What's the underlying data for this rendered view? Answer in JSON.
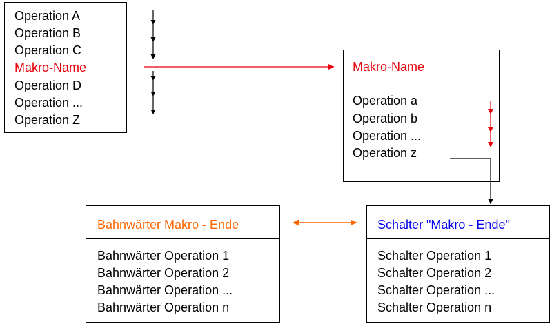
{
  "main_box": {
    "lines": [
      "Operation A",
      "Operation B",
      "Operation C",
      "Makro-Name",
      "Operation D",
      "Operation ...",
      "Operation Z"
    ],
    "highlight_color": "#e8000b"
  },
  "macro_box": {
    "title": "Makro-Name",
    "title_color": "#e8000b",
    "lines": [
      "Operation a",
      "Operation b",
      "Operation ...",
      "Operation z"
    ]
  },
  "bahnwaerter_box": {
    "title": "Bahnwärter Makro - Ende",
    "title_color": "#ff6600",
    "lines": [
      "Bahnwärter Operation 1",
      "Bahnwärter Operation 2",
      "Bahnwärter Operation ...",
      "Bahnwärter Operation n"
    ]
  },
  "schalter_box": {
    "title": "Schalter \"Makro - Ende\"",
    "title_color": "#0000ee",
    "lines": [
      "Schalter Operation 1",
      "Schalter Operation 2",
      "Schalter Operation ...",
      "Schalter Operation n"
    ]
  },
  "colors": {
    "sequence_arrow": "#000000",
    "macro_call_arrow": "#e8000b",
    "macro_sequence_arrow": "#e8000b",
    "end_link_arrow": "#ff6600"
  }
}
